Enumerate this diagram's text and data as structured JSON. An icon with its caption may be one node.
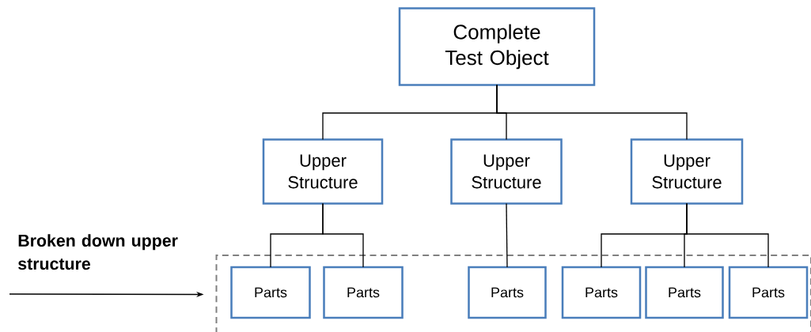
{
  "diagram": {
    "nodes": [
      {
        "text": [
          "Complete Test Object"
        ]
      },
      {
        "text": [
          "Upper Structure"
        ]
      },
      {
        "text": [
          "Upper Structure"
        ]
      },
      {
        "text": [
          "Upper Structure"
        ]
      },
      {
        "text": [],
        "shape": "box"
      },
      {
        "text": [
          "Parts"
        ],
        "in": 4
      },
      {
        "text": [
          "Parts"
        ],
        "in": 4
      },
      {
        "text": [
          "Parts"
        ],
        "in": 4
      },
      {
        "text": [
          "Parts"
        ],
        "in": 4
      },
      {
        "text": [
          "Parts"
        ],
        "in": 4
      },
      {
        "text": [
          "Parts"
        ],
        "in": 4
      }
    ],
    "edges": [
      {
        "from": 0,
        "to": 1,
        "arrow": "none"
      },
      {
        "from": 0,
        "to": 2,
        "arrow": "none"
      },
      {
        "from": 0,
        "to": 3,
        "arrow": "none"
      },
      {
        "from": 1,
        "to": 5,
        "arrow": "none"
      },
      {
        "from": 1,
        "to": 6,
        "arrow": "none"
      },
      {
        "from": 2,
        "to": 7,
        "arrow": "none"
      },
      {
        "from": 3,
        "to": 8,
        "arrow": "none"
      },
      {
        "from": 3,
        "to": 9,
        "arrow": "none"
      },
      {
        "from": 3,
        "to": 10,
        "arrow": "none"
      },
      {
        "from": null,
        "to": 4,
        "arrow": "to"
      }
    ],
    "labels": [
      "Broken down upper structure"
    ]
  }
}
